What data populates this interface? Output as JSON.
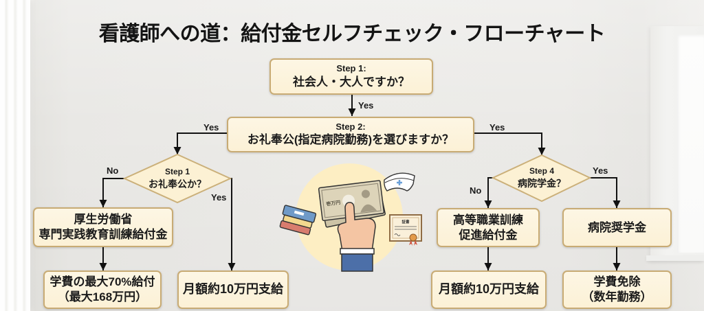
{
  "title": "看護師への道：給付金セルフチェック・フローチャート",
  "nodes": {
    "step1": {
      "step_label": "Step 1:",
      "question": "社会人・大人ですか？"
    },
    "step2": {
      "step_label": "Step 2:",
      "question": "お礼奉公(指定病院勤務)を選びますか？"
    },
    "decision_left": {
      "step_label": "Step 1",
      "question": "お礼奉公か？"
    },
    "decision_right": {
      "step_label": "Step 4",
      "question": "病院学金？"
    },
    "mhlw_benefit": {
      "lines": [
        "厚生労働省",
        "専門実践教育訓練給付金"
      ]
    },
    "mhlw_result": {
      "lines": [
        "学費の最大70%給付",
        "（最大168万円）"
      ]
    },
    "service_result": {
      "lines": [
        "月額約10万円支給"
      ]
    },
    "vocational_benefit": {
      "lines": [
        "高等職業訓練",
        "促進給付金"
      ]
    },
    "vocational_result": {
      "lines": [
        "月額約10万円支給"
      ]
    },
    "hospital_scholarship": {
      "lines": [
        "病院奨学金"
      ]
    },
    "hospital_result": {
      "lines": [
        "学費免除",
        "（数年勤務）"
      ]
    }
  },
  "edges": {
    "step1_to_step2": "Yes",
    "step2_left": "Yes",
    "step2_right": "Yes",
    "decision_left_no": "No",
    "decision_left_yes": "Yes",
    "decision_right_no": "No",
    "decision_right_yes": "Yes"
  },
  "illustration": {
    "bill_text": "壱万円",
    "certificate_title": "証書",
    "icons": [
      "books-icon",
      "banknotes-icon",
      "hand-icon",
      "nurse-cap-icon",
      "certificate-icon"
    ]
  },
  "colors": {
    "box_fill": "#fdf4dc",
    "box_border": "#c8ab74",
    "diamond_fill": "#fcf1d4",
    "connector": "#111111",
    "text": "#1b1b1b",
    "illustration_backdrop": "#fdeec3"
  }
}
